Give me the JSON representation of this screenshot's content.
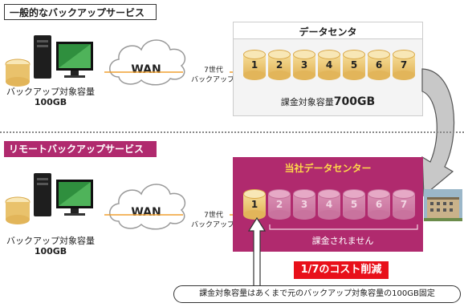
{
  "top": {
    "title": "一般的なバックアップサービス",
    "source_label": "バックアップ対象容量",
    "source_size": "100GB",
    "wan_label": "WAN",
    "generations_label_1": "7世代",
    "generations_label_2": "バックアップ",
    "datacenter_title": "データセンタ",
    "cylinders": [
      "1",
      "2",
      "3",
      "4",
      "5",
      "6",
      "7"
    ],
    "billing_prefix": "課金対象容量",
    "billing_value": "700GB"
  },
  "bottom": {
    "title": "リモートバックアップサービス",
    "source_label": "バックアップ対象容量",
    "source_size": "100GB",
    "wan_label": "WAN",
    "generations_label_1": "7世代",
    "generations_label_2": "バックアップ",
    "datacenter_title": "当社データセンター",
    "cylinders": [
      "1",
      "2",
      "3",
      "4",
      "5",
      "6",
      "7"
    ],
    "not_billed": "課金されません",
    "cost_reduction": "1/7のコスト削減",
    "note": "課金対象容量はあくまで元のバックアップ対象容量の100GB固定"
  },
  "colors": {
    "magenta": "#b02a6e",
    "red": "#e8101a",
    "orange": "#f0a030"
  }
}
